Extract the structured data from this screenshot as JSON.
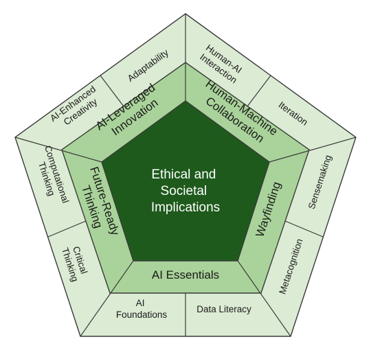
{
  "center": {
    "lines": [
      "Ethical and",
      "Societal",
      "Implications"
    ]
  },
  "middle_ring": {
    "top_left": [
      "AI-Leveraged",
      "Innovation"
    ],
    "top_right": [
      "Human-Machine",
      "Collaboration"
    ],
    "right": [
      "Wayfinding"
    ],
    "bottom": [
      "AI Essentials"
    ],
    "left": [
      "Future-Ready",
      "Thinking"
    ]
  },
  "outer_ring": {
    "ai_enhanced_creativity": [
      "AI-Enhanced",
      "Creativity"
    ],
    "adaptability": [
      "Adaptability"
    ],
    "human_ai_interaction": [
      "Human-AI",
      "Interaction"
    ],
    "iteration": [
      "Iteration"
    ],
    "sensemaking": [
      "Sensemaking"
    ],
    "metacognition": [
      "Metacognition"
    ],
    "data_literacy": [
      "Data Literacy"
    ],
    "ai_foundations": [
      "AI",
      "Foundations"
    ],
    "critical_thinking": [
      "Critical",
      "Thinking"
    ],
    "computational_thinking": [
      "Computational",
      "Thinking"
    ]
  },
  "colors": {
    "outer": "#dcebd4",
    "middle": "#a9d39a",
    "core": "#1e5a1c",
    "stroke": "#3a3a3a"
  }
}
